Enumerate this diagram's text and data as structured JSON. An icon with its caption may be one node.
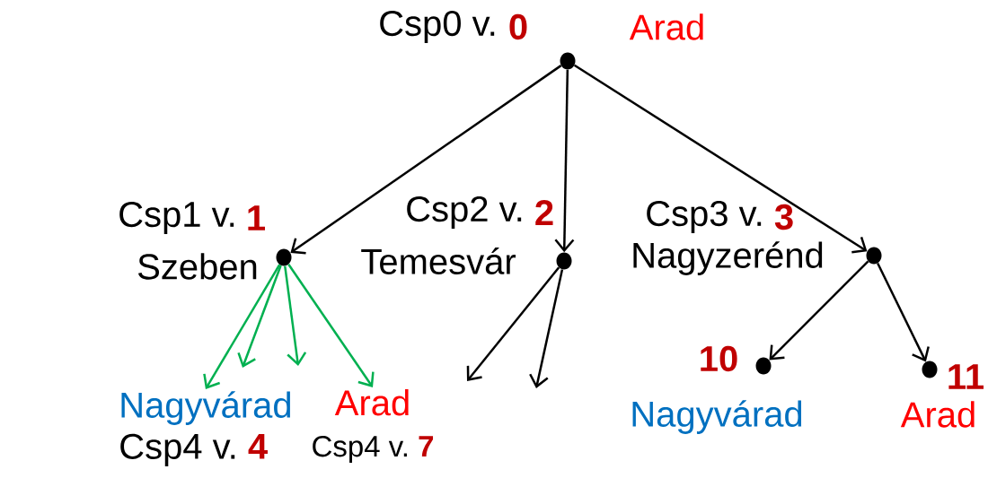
{
  "diagram": {
    "nodes": [
      {
        "text": [],
        "shape": "circle",
        "beside": [
          "Csp0 v.",
          "0",
          "Arad"
        ]
      },
      {
        "text": [],
        "shape": "circle",
        "beside": [
          "Csp1 v.",
          "1",
          "Szeben"
        ]
      },
      {
        "text": [],
        "shape": "circle",
        "beside": [
          "Csp2 v.",
          "2",
          "Temesvár"
        ]
      },
      {
        "text": [],
        "shape": "circle",
        "beside": [
          "Csp3 v.",
          "3",
          "Nagyzerénd"
        ]
      },
      {
        "text": [
          "Nagyvárad",
          "Csp4 v.",
          "4"
        ]
      },
      {
        "text": [
          "Arad",
          "Csp4 v.",
          "7"
        ]
      },
      {
        "text": [],
        "shape": "circle",
        "beside": [
          "10",
          "Nagyvárad"
        ]
      },
      {
        "text": [],
        "shape": "circle",
        "beside": [
          "11",
          "Arad"
        ]
      }
    ],
    "edges": [
      {
        "from": 0,
        "to": 1,
        "arrow": "to"
      },
      {
        "from": 0,
        "to": 2,
        "arrow": "to"
      },
      {
        "from": 0,
        "to": 3,
        "arrow": "to"
      },
      {
        "from": 1,
        "to": 4,
        "arrow": "to",
        "color": "#00b050"
      },
      {
        "from": 1,
        "to": null,
        "arrow": "to",
        "color": "#00b050"
      },
      {
        "from": 1,
        "to": null,
        "arrow": "to",
        "color": "#00b050"
      },
      {
        "from": 1,
        "to": 5,
        "arrow": "to",
        "color": "#00b050"
      },
      {
        "from": 2,
        "to": null,
        "arrow": "to"
      },
      {
        "from": 2,
        "to": null,
        "arrow": "to"
      },
      {
        "from": 3,
        "to": 6,
        "arrow": "to"
      },
      {
        "from": 3,
        "to": 7,
        "arrow": "to"
      }
    ]
  }
}
